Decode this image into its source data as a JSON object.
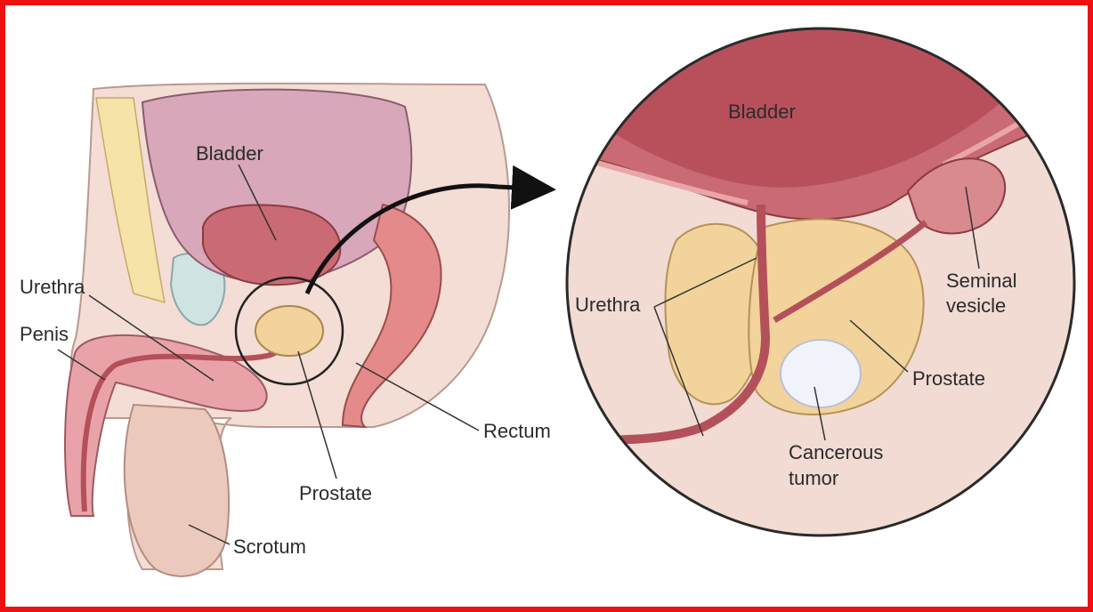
{
  "colors": {
    "frame": "#ee1111",
    "skin": "#f3ddd4",
    "bladder": "#d8a7b9",
    "bladder_wall": "#c96a74",
    "tissue": "#e48a8a",
    "prostate": "#f2d39b",
    "tumor": "#f1f3fb",
    "outline": "#5a3b3b"
  },
  "labels": {
    "left": {
      "bladder": "Bladder",
      "urethra": "Urethra",
      "penis": "Penis",
      "rectum": "Rectum",
      "prostate": "Prostate",
      "scrotum": "Scrotum"
    },
    "right": {
      "bladder": "Bladder",
      "urethra": "Urethra",
      "seminal_vesicle_1": "Seminal",
      "seminal_vesicle_2": "vesicle",
      "prostate": "Prostate",
      "tumor_1": "Cancerous",
      "tumor_2": "tumor"
    }
  }
}
